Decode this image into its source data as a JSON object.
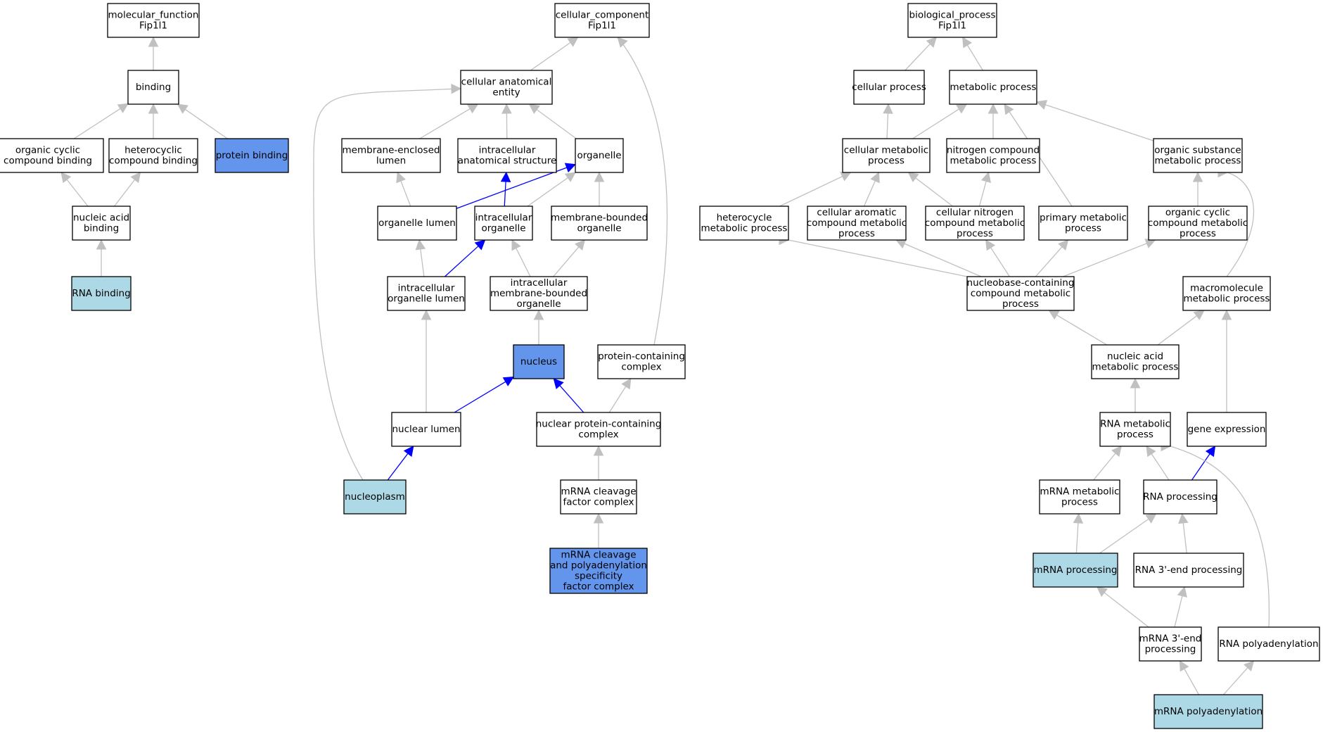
{
  "colors": {
    "plain": "#ffffff",
    "highlight": "#6495ed",
    "light": "#add8e6",
    "edge_gray": "#c0c0c0",
    "edge_blue": "#0000ff"
  },
  "nodes": [
    {
      "id": "mf_root",
      "lines": [
        "molecular_function",
        "Fip1l1"
      ],
      "fill": "plain"
    },
    {
      "id": "binding",
      "lines": [
        "binding"
      ],
      "fill": "plain"
    },
    {
      "id": "organic_cyclic_cb",
      "lines": [
        "organic cyclic",
        "compound binding"
      ],
      "fill": "plain"
    },
    {
      "id": "heterocyclic_cb",
      "lines": [
        "heterocyclic",
        "compound binding"
      ],
      "fill": "plain"
    },
    {
      "id": "protein_binding",
      "lines": [
        "protein binding"
      ],
      "fill": "highlight"
    },
    {
      "id": "nucleic_acid_binding",
      "lines": [
        "nucleic acid",
        "binding"
      ],
      "fill": "plain"
    },
    {
      "id": "rna_binding",
      "lines": [
        "RNA binding"
      ],
      "fill": "light"
    },
    {
      "id": "cc_root",
      "lines": [
        "cellular_component",
        "Fip1l1"
      ],
      "fill": "plain"
    },
    {
      "id": "cae",
      "lines": [
        "cellular anatomical",
        "entity"
      ],
      "fill": "plain"
    },
    {
      "id": "mem_enclosed_lumen",
      "lines": [
        "membrane-enclosed",
        "lumen"
      ],
      "fill": "plain"
    },
    {
      "id": "intracell_anat",
      "lines": [
        "intracellular",
        "anatomical structure"
      ],
      "fill": "plain"
    },
    {
      "id": "organelle",
      "lines": [
        "organelle"
      ],
      "fill": "plain"
    },
    {
      "id": "organelle_lumen",
      "lines": [
        "organelle lumen"
      ],
      "fill": "plain"
    },
    {
      "id": "intracell_organelle",
      "lines": [
        "intracellular",
        "organelle"
      ],
      "fill": "plain"
    },
    {
      "id": "mem_bounded_organelle",
      "lines": [
        "membrane-bounded",
        "organelle"
      ],
      "fill": "plain"
    },
    {
      "id": "intracell_org_lumen",
      "lines": [
        "intracellular",
        "organelle lumen"
      ],
      "fill": "plain"
    },
    {
      "id": "intracell_mb_organelle",
      "lines": [
        "intracellular",
        "membrane-bounded",
        "organelle"
      ],
      "fill": "plain"
    },
    {
      "id": "nucleus",
      "lines": [
        "nucleus"
      ],
      "fill": "highlight"
    },
    {
      "id": "protein_complex",
      "lines": [
        "protein-containing",
        "complex"
      ],
      "fill": "plain"
    },
    {
      "id": "nuclear_lumen",
      "lines": [
        "nuclear lumen"
      ],
      "fill": "plain"
    },
    {
      "id": "nuclear_protein_complex",
      "lines": [
        "nuclear protein-containing",
        "complex"
      ],
      "fill": "plain"
    },
    {
      "id": "nucleoplasm",
      "lines": [
        "nucleoplasm"
      ],
      "fill": "light"
    },
    {
      "id": "mrna_cleavage_fc",
      "lines": [
        "mRNA cleavage",
        "factor complex"
      ],
      "fill": "plain"
    },
    {
      "id": "cpsf",
      "lines": [
        "mRNA cleavage",
        "and polyadenylation",
        "specificity",
        "factor complex"
      ],
      "fill": "highlight"
    },
    {
      "id": "bp_root",
      "lines": [
        "biological_process",
        "Fip1l1"
      ],
      "fill": "plain"
    },
    {
      "id": "cellular_process",
      "lines": [
        "cellular process"
      ],
      "fill": "plain"
    },
    {
      "id": "metabolic_process",
      "lines": [
        "metabolic process"
      ],
      "fill": "plain"
    },
    {
      "id": "cellular_mp",
      "lines": [
        "cellular metabolic",
        "process"
      ],
      "fill": "plain"
    },
    {
      "id": "nitrogen_cmp",
      "lines": [
        "nitrogen compound",
        "metabolic process"
      ],
      "fill": "plain"
    },
    {
      "id": "organic_smp",
      "lines": [
        "organic substance",
        "metabolic process"
      ],
      "fill": "plain"
    },
    {
      "id": "heterocycle_mp",
      "lines": [
        "heterocycle",
        "metabolic process"
      ],
      "fill": "plain"
    },
    {
      "id": "cell_aromatic_cmp",
      "lines": [
        "cellular aromatic",
        "compound metabolic",
        "process"
      ],
      "fill": "plain"
    },
    {
      "id": "cell_nitrogen_cmp",
      "lines": [
        "cellular nitrogen",
        "compound metabolic",
        "process"
      ],
      "fill": "plain"
    },
    {
      "id": "primary_mp",
      "lines": [
        "primary metabolic",
        "process"
      ],
      "fill": "plain"
    },
    {
      "id": "organic_cyclic_cmp",
      "lines": [
        "organic cyclic",
        "compound metabolic",
        "process"
      ],
      "fill": "plain"
    },
    {
      "id": "nucleobase_cmp",
      "lines": [
        "nucleobase-containing",
        "compound metabolic",
        "process"
      ],
      "fill": "plain"
    },
    {
      "id": "macromolecule_mp",
      "lines": [
        "macromolecule",
        "metabolic process"
      ],
      "fill": "plain"
    },
    {
      "id": "nucleic_acid_mp",
      "lines": [
        "nucleic acid",
        "metabolic process"
      ],
      "fill": "plain"
    },
    {
      "id": "rna_mp",
      "lines": [
        "RNA metabolic",
        "process"
      ],
      "fill": "plain"
    },
    {
      "id": "gene_expression",
      "lines": [
        "gene expression"
      ],
      "fill": "plain"
    },
    {
      "id": "mrna_mp",
      "lines": [
        "mRNA metabolic",
        "process"
      ],
      "fill": "plain"
    },
    {
      "id": "rna_processing",
      "lines": [
        "RNA processing"
      ],
      "fill": "plain"
    },
    {
      "id": "mrna_processing",
      "lines": [
        "mRNA processing"
      ],
      "fill": "light"
    },
    {
      "id": "rna_3end",
      "lines": [
        "RNA 3'-end processing"
      ],
      "fill": "plain"
    },
    {
      "id": "mrna_3end",
      "lines": [
        "mRNA 3'-end",
        "processing"
      ],
      "fill": "plain"
    },
    {
      "id": "rna_polyadenylation",
      "lines": [
        "RNA polyadenylation"
      ],
      "fill": "plain"
    },
    {
      "id": "mrna_polyadenylation",
      "lines": [
        "mRNA polyadenylation"
      ],
      "fill": "light"
    }
  ],
  "edges": [
    {
      "from": "binding",
      "to": "mf_root",
      "color": "gray"
    },
    {
      "from": "organic_cyclic_cb",
      "to": "binding",
      "color": "gray"
    },
    {
      "from": "heterocyclic_cb",
      "to": "binding",
      "color": "gray"
    },
    {
      "from": "protein_binding",
      "to": "binding",
      "color": "gray"
    },
    {
      "from": "nucleic_acid_binding",
      "to": "organic_cyclic_cb",
      "color": "gray"
    },
    {
      "from": "nucleic_acid_binding",
      "to": "heterocyclic_cb",
      "color": "gray"
    },
    {
      "from": "rna_binding",
      "to": "nucleic_acid_binding",
      "color": "gray"
    },
    {
      "from": "cae",
      "to": "cc_root",
      "color": "gray"
    },
    {
      "from": "protein_complex",
      "to": "cc_root",
      "color": "gray"
    },
    {
      "from": "mem_enclosed_lumen",
      "to": "cae",
      "color": "gray"
    },
    {
      "from": "intracell_anat",
      "to": "cae",
      "color": "gray"
    },
    {
      "from": "organelle",
      "to": "cae",
      "color": "gray"
    },
    {
      "from": "nucleoplasm",
      "to": "cae",
      "color": "gray"
    },
    {
      "from": "organelle_lumen",
      "to": "mem_enclosed_lumen",
      "color": "gray"
    },
    {
      "from": "organelle_lumen",
      "to": "organelle",
      "color": "blue"
    },
    {
      "from": "intracell_organelle",
      "to": "intracell_anat",
      "color": "blue"
    },
    {
      "from": "intracell_organelle",
      "to": "organelle",
      "color": "gray"
    },
    {
      "from": "mem_bounded_organelle",
      "to": "organelle",
      "color": "gray"
    },
    {
      "from": "intracell_org_lumen",
      "to": "organelle_lumen",
      "color": "gray"
    },
    {
      "from": "intracell_org_lumen",
      "to": "intracell_organelle",
      "color": "blue"
    },
    {
      "from": "intracell_mb_organelle",
      "to": "intracell_organelle",
      "color": "gray"
    },
    {
      "from": "intracell_mb_organelle",
      "to": "mem_bounded_organelle",
      "color": "gray"
    },
    {
      "from": "nucleus",
      "to": "intracell_mb_organelle",
      "color": "gray"
    },
    {
      "from": "nuclear_lumen",
      "to": "intracell_org_lumen",
      "color": "gray"
    },
    {
      "from": "nuclear_lumen",
      "to": "nucleus",
      "color": "blue"
    },
    {
      "from": "nuclear_protein_complex",
      "to": "nucleus",
      "color": "blue"
    },
    {
      "from": "nuclear_protein_complex",
      "to": "protein_complex",
      "color": "gray"
    },
    {
      "from": "nucleoplasm",
      "to": "nuclear_lumen",
      "color": "blue"
    },
    {
      "from": "mrna_cleavage_fc",
      "to": "nuclear_protein_complex",
      "color": "gray"
    },
    {
      "from": "cpsf",
      "to": "mrna_cleavage_fc",
      "color": "gray"
    },
    {
      "from": "cellular_process",
      "to": "bp_root",
      "color": "gray"
    },
    {
      "from": "metabolic_process",
      "to": "bp_root",
      "color": "gray"
    },
    {
      "from": "cellular_mp",
      "to": "cellular_process",
      "color": "gray"
    },
    {
      "from": "cellular_mp",
      "to": "metabolic_process",
      "color": "gray"
    },
    {
      "from": "nitrogen_cmp",
      "to": "metabolic_process",
      "color": "gray"
    },
    {
      "from": "primary_mp",
      "to": "metabolic_process",
      "color": "gray"
    },
    {
      "from": "organic_smp",
      "to": "metabolic_process",
      "color": "gray"
    },
    {
      "from": "heterocycle_mp",
      "to": "cellular_mp",
      "color": "gray"
    },
    {
      "from": "cell_aromatic_cmp",
      "to": "cellular_mp",
      "color": "gray"
    },
    {
      "from": "cell_nitrogen_cmp",
      "to": "cellular_mp",
      "color": "gray"
    },
    {
      "from": "cell_nitrogen_cmp",
      "to": "nitrogen_cmp",
      "color": "gray"
    },
    {
      "from": "organic_cyclic_cmp",
      "to": "organic_smp",
      "color": "gray"
    },
    {
      "from": "macromolecule_mp",
      "to": "organic_smp",
      "color": "gray"
    },
    {
      "from": "nucleobase_cmp",
      "to": "heterocycle_mp",
      "color": "gray"
    },
    {
      "from": "nucleobase_cmp",
      "to": "cell_aromatic_cmp",
      "color": "gray"
    },
    {
      "from": "nucleobase_cmp",
      "to": "cell_nitrogen_cmp",
      "color": "gray"
    },
    {
      "from": "nucleobase_cmp",
      "to": "primary_mp",
      "color": "gray"
    },
    {
      "from": "nucleobase_cmp",
      "to": "organic_cyclic_cmp",
      "color": "gray"
    },
    {
      "from": "nucleic_acid_mp",
      "to": "nucleobase_cmp",
      "color": "gray"
    },
    {
      "from": "nucleic_acid_mp",
      "to": "macromolecule_mp",
      "color": "gray"
    },
    {
      "from": "gene_expression",
      "to": "macromolecule_mp",
      "color": "gray"
    },
    {
      "from": "rna_mp",
      "to": "nucleic_acid_mp",
      "color": "gray"
    },
    {
      "from": "mrna_mp",
      "to": "rna_mp",
      "color": "gray"
    },
    {
      "from": "rna_processing",
      "to": "rna_mp",
      "color": "gray"
    },
    {
      "from": "rna_processing",
      "to": "gene_expression",
      "color": "blue"
    },
    {
      "from": "rna_polyadenylation",
      "to": "rna_mp",
      "color": "gray"
    },
    {
      "from": "mrna_processing",
      "to": "mrna_mp",
      "color": "gray"
    },
    {
      "from": "mrna_processing",
      "to": "rna_processing",
      "color": "gray"
    },
    {
      "from": "rna_3end",
      "to": "rna_processing",
      "color": "gray"
    },
    {
      "from": "mrna_3end",
      "to": "mrna_processing",
      "color": "gray"
    },
    {
      "from": "mrna_3end",
      "to": "rna_3end",
      "color": "gray"
    },
    {
      "from": "mrna_polyadenylation",
      "to": "mrna_3end",
      "color": "gray"
    },
    {
      "from": "mrna_polyadenylation",
      "to": "rna_polyadenylation",
      "color": "gray"
    }
  ]
}
